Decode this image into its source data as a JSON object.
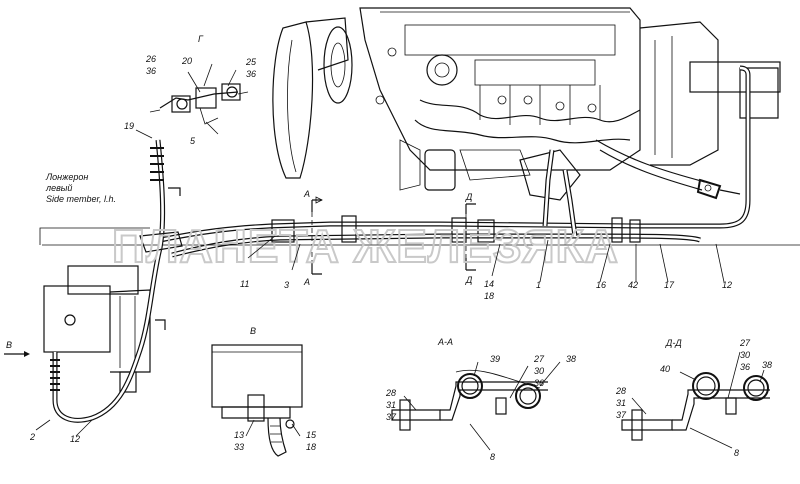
{
  "sheet": {
    "view_g": "Г",
    "view_v": "В",
    "arrow_v": "В",
    "view_a": "А",
    "view_d": "Д",
    "section_aa": "А-А",
    "section_dd": "Д-Д",
    "member_ru_line1": "Лонжерон",
    "member_ru_line2": "левый",
    "member_en": "Side member, l.h.",
    "watermark": "ПЛАНЕТА ЖЕЛЕЗЯКА"
  },
  "callouts": {
    "main": [
      "19",
      "11",
      "3",
      "14",
      "18",
      "1",
      "16",
      "42",
      "17",
      "12",
      "2",
      "12"
    ],
    "view_g": [
      "20",
      "26",
      "36",
      "25",
      "36",
      "5"
    ],
    "view_v": [
      "13",
      "33",
      "15",
      "18"
    ],
    "section_aa": [
      "39",
      "27",
      "30",
      "36",
      "38",
      "28",
      "31",
      "37",
      "8"
    ],
    "section_dd": [
      "27",
      "30",
      "36",
      "40",
      "38",
      "28",
      "31",
      "37",
      "8"
    ]
  },
  "icons": {
    "engine": "engine-block-icon",
    "filter": "fuel-filter-icon",
    "clamp": "pipe-clamp-icon"
  }
}
